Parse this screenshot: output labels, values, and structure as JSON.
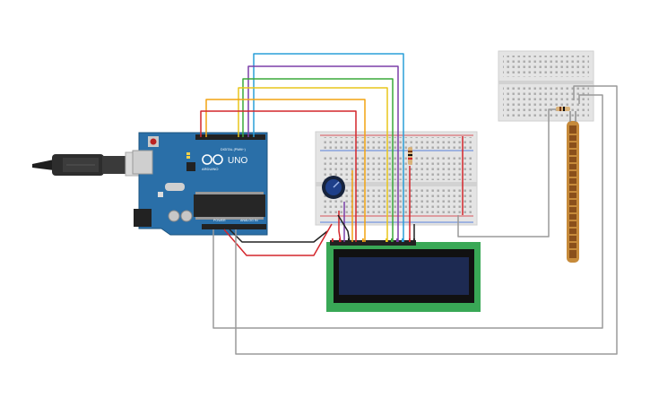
{
  "arduino": {
    "model_label": "UNO",
    "brand_label": "ARDUINO",
    "digital_label": "DIGITAL (PWM~)",
    "power_label": "POWER",
    "analog_label": "ANALOG IN",
    "board_color": "#2a6fa8"
  },
  "lcd": {
    "screen_color": "#1d2a52",
    "pcb_color": "#39a856"
  },
  "wire_colors": {
    "red": "#d4262c",
    "orange": "#f2a312",
    "yellow": "#e8c61b",
    "green": "#3aa83a",
    "blue": "#2a9fd8",
    "purple": "#7b3fa8",
    "black": "#222222",
    "gray": "#9a9a9a"
  },
  "components": {
    "potentiometer": "potentiometer-icon",
    "flex_sensor": "flex-sensor-icon",
    "usb_cable": "usb-cable-icon",
    "resistor": "resistor-icon"
  }
}
